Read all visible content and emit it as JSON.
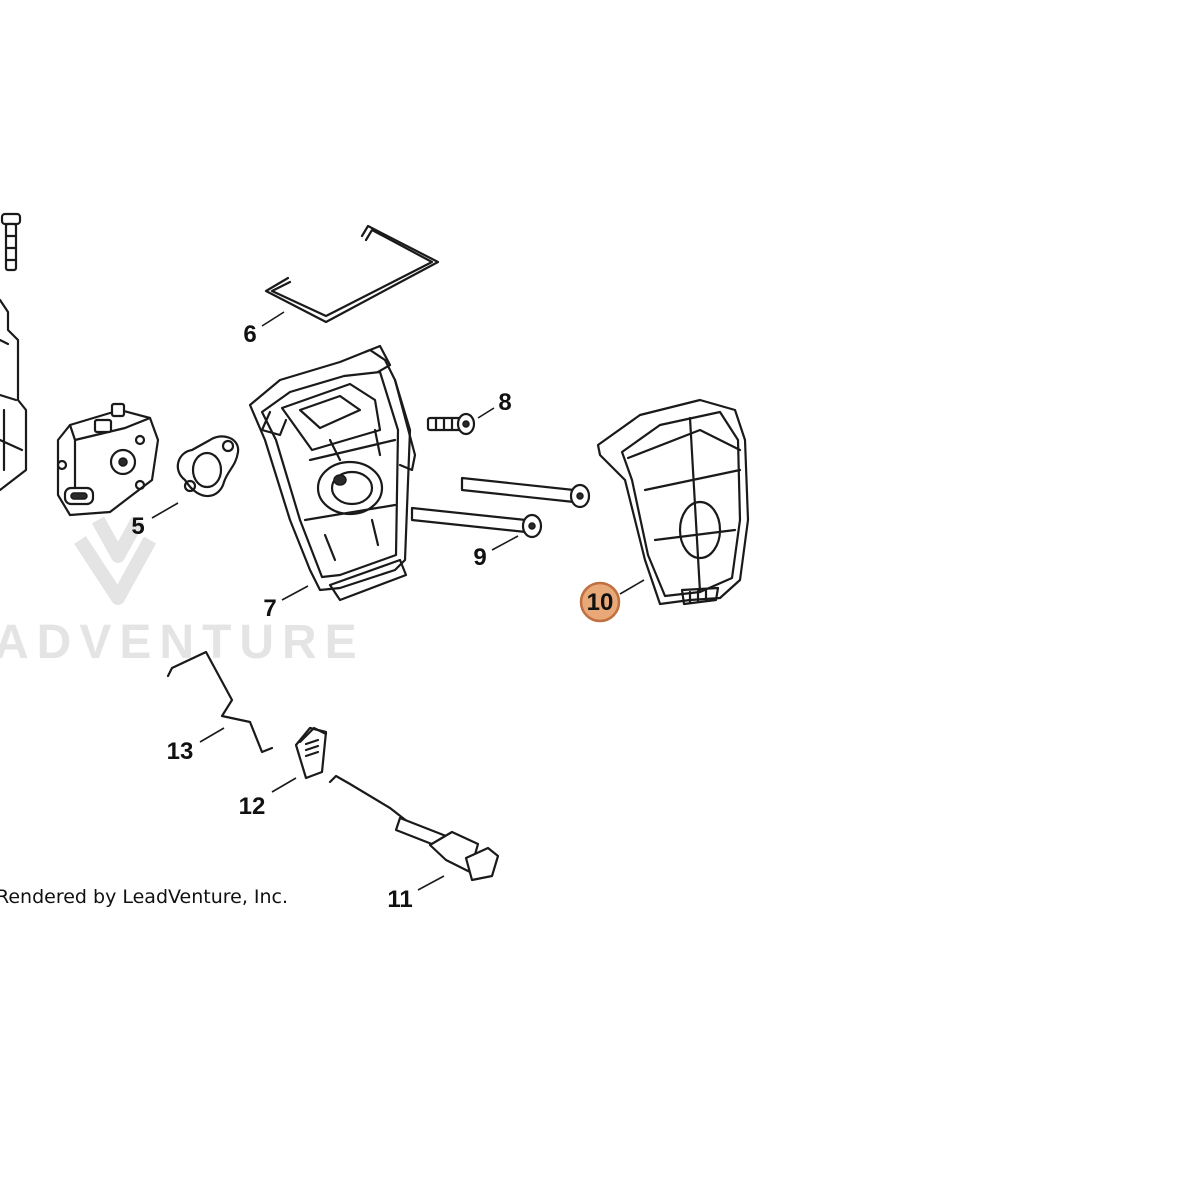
{
  "diagram": {
    "callouts": [
      {
        "id": "5",
        "label": "5"
      },
      {
        "id": "6",
        "label": "6"
      },
      {
        "id": "7",
        "label": "7"
      },
      {
        "id": "8",
        "label": "8"
      },
      {
        "id": "9",
        "label": "9"
      },
      {
        "id": "10",
        "label": "10",
        "highlighted": true
      },
      {
        "id": "11",
        "label": "11"
      },
      {
        "id": "12",
        "label": "12"
      },
      {
        "id": "13",
        "label": "13"
      }
    ],
    "highlight_color": "#e8a878",
    "watermark": "ADVENTURE",
    "credit": "Rendered by LeadVenture, Inc."
  }
}
